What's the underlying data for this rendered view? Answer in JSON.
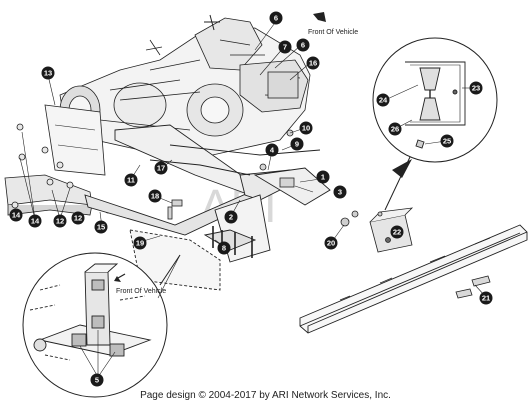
{
  "callouts": [
    {
      "label": "1"
    },
    {
      "label": "2"
    },
    {
      "label": "3"
    },
    {
      "label": "4"
    },
    {
      "label": "5"
    },
    {
      "label": "6"
    },
    {
      "label": "6"
    },
    {
      "label": "7"
    },
    {
      "label": "8"
    },
    {
      "label": "9"
    },
    {
      "label": "10"
    },
    {
      "label": "11"
    },
    {
      "label": "12"
    },
    {
      "label": "12"
    },
    {
      "label": "13"
    },
    {
      "label": "14"
    },
    {
      "label": "14"
    },
    {
      "label": "15"
    },
    {
      "label": "16"
    },
    {
      "label": "17"
    },
    {
      "label": "18"
    },
    {
      "label": "19"
    },
    {
      "label": "20"
    },
    {
      "label": "21"
    },
    {
      "label": "22"
    },
    {
      "label": "23"
    },
    {
      "label": "24"
    },
    {
      "label": "25"
    },
    {
      "label": "26"
    }
  ],
  "direction_note_top": "Front Of Vehicle",
  "direction_note_detail": "Front Of Vehicle",
  "watermark": "ARI",
  "footer": "Page design © 2004-2017 by ARI Network Services, Inc."
}
